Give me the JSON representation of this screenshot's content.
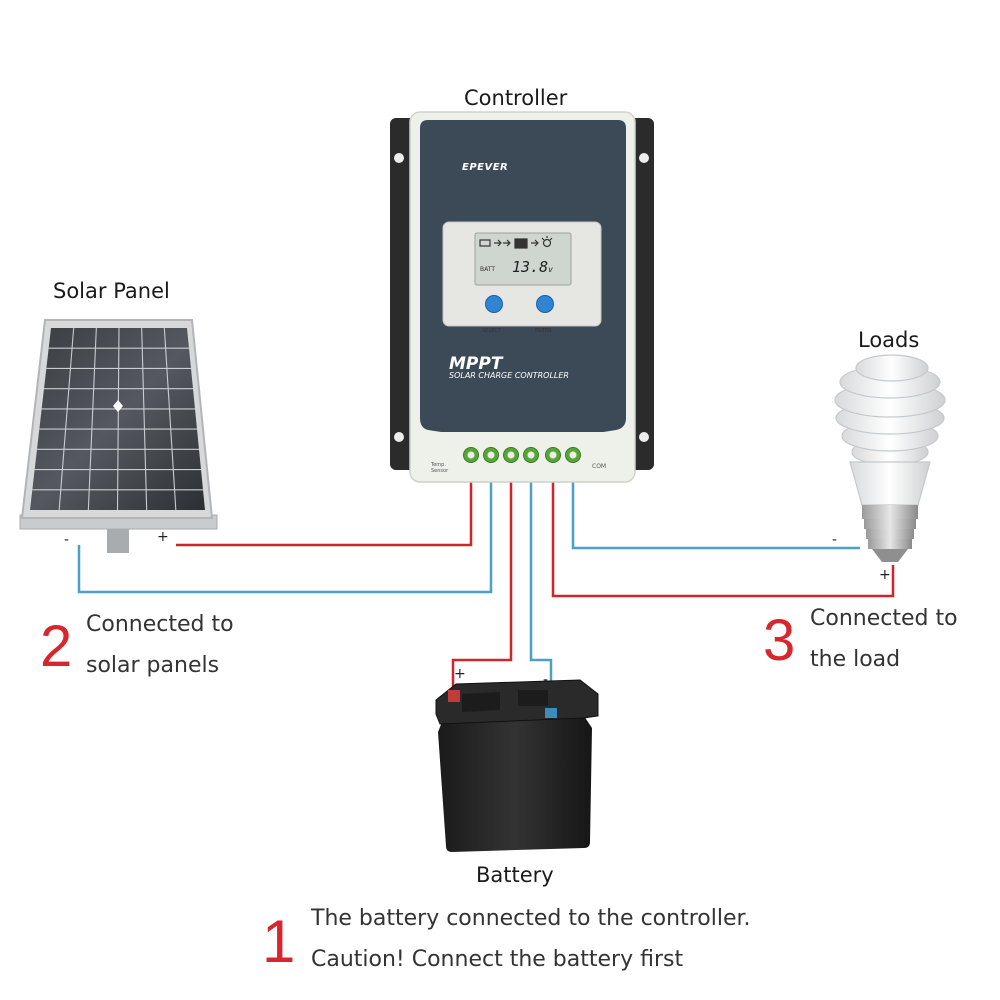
{
  "labels": {
    "controller": "Controller",
    "solar_panel": "Solar Panel",
    "loads": "Loads",
    "battery": "Battery"
  },
  "controller": {
    "brand": "EPEVER",
    "display_value": "13.8",
    "display_unit": "v",
    "display_tag": "BATT",
    "button_left": "SELECT",
    "button_right": "ENTER",
    "product_name": "MPPT",
    "product_subtitle": "SOLAR CHARGE CONTROLLER",
    "temp_sensor": "Temp. Sensor",
    "com_port": "COM",
    "body_color": "#3b4a56",
    "frame_color": "#eef0ea"
  },
  "polarity": {
    "positive": "+",
    "negative": "-"
  },
  "steps": [
    {
      "number": "1",
      "line1": "The battery connected to the controller.",
      "line2": "Caution! Connect the battery first"
    },
    {
      "number": "2",
      "line1": "Connected to",
      "line2": "solar panels"
    },
    {
      "number": "3",
      "line1": "Connected to",
      "line2": "the load"
    }
  ],
  "wire_colors": {
    "positive": "#d0252b",
    "negative": "#4aa0c8"
  }
}
